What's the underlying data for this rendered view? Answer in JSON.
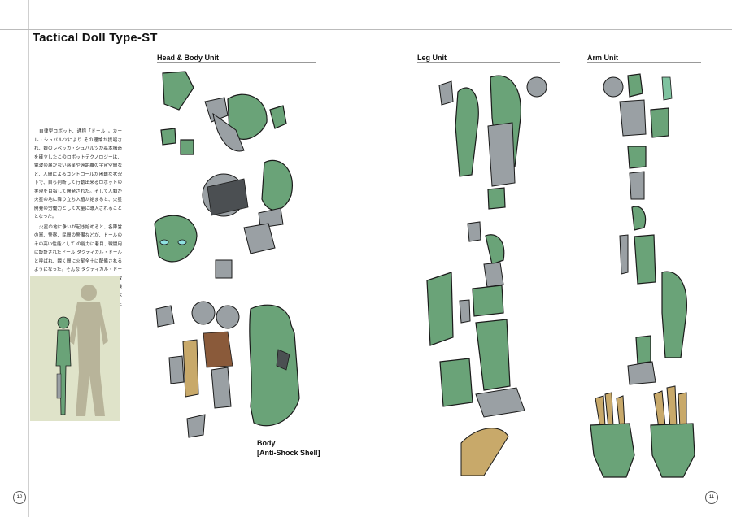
{
  "title": "Tactical Doll Type-ST",
  "sections": {
    "head_body": "Head & Body Unit",
    "leg": "Leg Unit",
    "arm": "Arm Unit"
  },
  "body_paragraphs": [
    "自律型ロボット、通称「ドール」。カール・シュバルツにより その理論が提唱され、娘のレベッカ・シュバルツが基本構造を確立したこのロボットテクノロジーは、電波の届かない惑星や遠距離の宇宙空間など、人間によるコントロールが困難な状況下で、自ら判断して行動出来るロボットの実現を目指して開発された。そして人類が火星の地に降り立ち入植が始まると、火星開発の労働力として大量に導入されることとなった。",
    "火星の地に争いが起き始めると、各陣営の軍、警察、民間の警備などが、ドールのその高い性能として の能力に着目、戦闘用に設計されたドール タクティカル・ドール と呼ばれ、瞬く間に火星全土に配備されるようになった。そんな タクティカル・ドールの中でもタイプSTは、その汎用性と、故障に自己対応できるセルフメンテナンス機能が高い評価を受け、新たな機種開発のベースとしても活用され多くの派生機種が生まれた。"
  ],
  "caption_body": [
    "Body",
    "[Anti-Shock Shell]"
  ],
  "page_numbers": {
    "left": "10",
    "right": "11"
  },
  "colors": {
    "armor_green": "#6aa378",
    "metal": "#9aa0a4",
    "silhouette_bg": "#dfe3c9",
    "silhouette": "#b8b49a"
  }
}
